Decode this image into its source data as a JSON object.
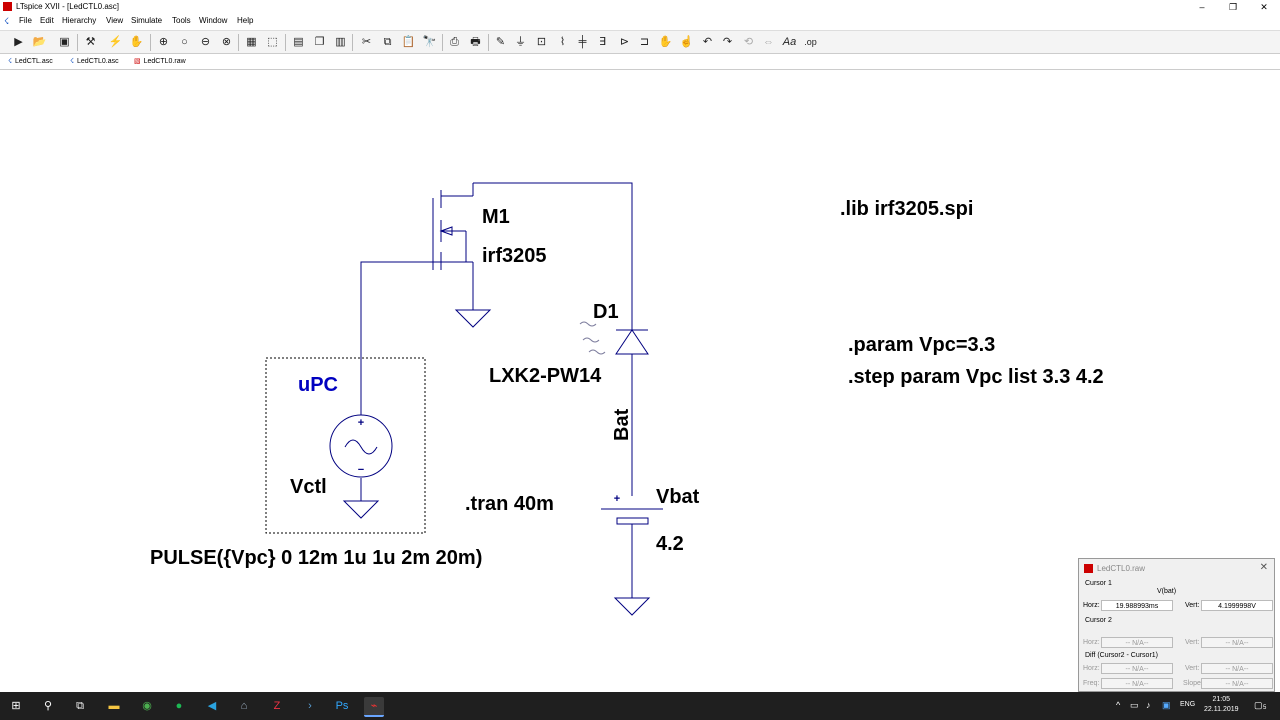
{
  "window": {
    "title": "LTspice XVII - [LedCTL0.asc]",
    "minimize": "–",
    "maximize": "❐",
    "close": "✕"
  },
  "menu": {
    "items": [
      "File",
      "Edit",
      "Hierarchy",
      "View",
      "Simulate",
      "Tools",
      "Window",
      "Help"
    ]
  },
  "toolbar": {
    "icons": [
      "run-icon",
      "open-icon",
      "save-icon",
      "control-panel-icon",
      "halt-icon",
      "pan-icon",
      "zoom-in-icon",
      "zoom-full-icon",
      "zoom-out-icon",
      "zoom-cancel-icon",
      "autorange-icon",
      "zoom-selection-icon",
      "tile-horizontal-icon",
      "cascade-icon",
      "tile-vertical-icon",
      "cut-icon",
      "copy-icon",
      "paste-icon",
      "find-icon",
      "print-setup-icon",
      "print-icon",
      "draw-wire-icon",
      "ground-icon",
      "label-net-icon",
      "resistor-icon",
      "capacitor-icon",
      "inductor-icon",
      "diode-icon",
      "component-icon",
      "move-icon",
      "drag-icon",
      "undo-icon",
      "redo-icon",
      "rotate-icon",
      "mirror-icon",
      "text-icon",
      "spice-directive-icon"
    ]
  },
  "tabs": [
    {
      "label": "LedCTL.asc",
      "icon": "schematic-icon"
    },
    {
      "label": "LedCTL0.asc",
      "icon": "schematic-icon"
    },
    {
      "label": "LedCTL0.raw",
      "icon": "waveform-icon"
    }
  ],
  "schematic": {
    "mosfet_name": "M1",
    "mosfet_model": "irf3205",
    "diode_name": "D1",
    "diode_model": "LXK2-PW14",
    "net_label": "Bat",
    "source_name": "Vctl",
    "source_value": "PULSE({Vpc} 0 12m 1u 1u 2m 20m)",
    "block_label": "uPC",
    "battery_name": "Vbat",
    "battery_value": "4.2",
    "tran_directive": ".tran 40m",
    "lib_directive": ".lib irf3205.spi",
    "param_directive": ".param Vpc=3.3",
    "step_directive": ".step param Vpc list 3.3 4.2",
    "plus_sign": "+",
    "minus_sign": "−",
    "wire_color": "#000080",
    "label_color": "#0000c0"
  },
  "cursor_panel": {
    "title": "LedCTL0.raw",
    "close": "✕",
    "cursor1_label": "Cursor 1",
    "trace": "V(bat)",
    "horz_label": "Horz:",
    "horz_value": "19.988993ms",
    "vert_label": "Vert:",
    "vert_value": "4.1999998V",
    "cursor2_label": "Cursor 2",
    "c2_horz_value": "-- N/A--",
    "c2_vert_value": "-- N/A--",
    "diff_label": "Diff (Cursor2 - Cursor1)",
    "diff_horz_value": "-- N/A--",
    "diff_vert_value": "-- N/A--",
    "freq_label": "Freq:",
    "freq_value": "-- N/A--",
    "slope_label": "Slope:",
    "slope_value": "-- N/A--"
  },
  "taskbar": {
    "start_icon": "windows-start-icon",
    "apps": [
      "search-icon",
      "task-view-icon",
      "file-explorer-icon",
      "chrome-icon",
      "spotify-icon",
      "telegram-icon",
      "network-app-icon",
      "filezilla-icon",
      "powershell-icon",
      "photoshop-icon",
      "ltspice-icon"
    ],
    "language": "ENG",
    "time": "21:05",
    "date": "22.11.2019",
    "notifications": "5"
  }
}
